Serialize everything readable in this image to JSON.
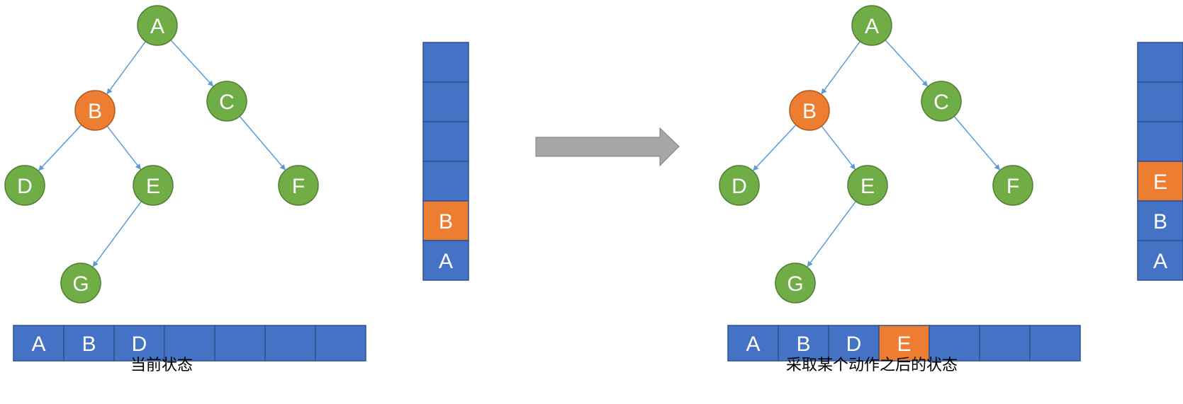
{
  "colors": {
    "node_default": "#70ad47",
    "node_default_border": "#507e32",
    "node_highlight": "#ed7d31",
    "node_highlight_border": "#ae5a21",
    "cell_default": "#4472c4",
    "cell_border": "#2f528f",
    "edge": "#5b9bd5",
    "arrow_fill": "#a6a6a6",
    "arrow_border": "#7f7f7f",
    "text_light": "#ffffff"
  },
  "panels": [
    {
      "id": "current",
      "caption": "当前状态",
      "tree_nodes": [
        {
          "id": "A",
          "label": "A",
          "highlight": false
        },
        {
          "id": "B",
          "label": "B",
          "highlight": true
        },
        {
          "id": "C",
          "label": "C",
          "highlight": false
        },
        {
          "id": "D",
          "label": "D",
          "highlight": false
        },
        {
          "id": "E",
          "label": "E",
          "highlight": false
        },
        {
          "id": "F",
          "label": "F",
          "highlight": false
        },
        {
          "id": "G",
          "label": "G",
          "highlight": false
        }
      ],
      "tree_edges": [
        [
          "A",
          "B"
        ],
        [
          "A",
          "C"
        ],
        [
          "B",
          "D"
        ],
        [
          "B",
          "E"
        ],
        [
          "C",
          "F"
        ],
        [
          "E",
          "G"
        ]
      ],
      "stack_top_to_bottom": [
        {
          "label": "",
          "highlight": false
        },
        {
          "label": "",
          "highlight": false
        },
        {
          "label": "",
          "highlight": false
        },
        {
          "label": "",
          "highlight": false
        },
        {
          "label": "B",
          "highlight": true
        },
        {
          "label": "A",
          "highlight": false
        }
      ],
      "visited_array": [
        {
          "label": "A",
          "highlight": false
        },
        {
          "label": "B",
          "highlight": false
        },
        {
          "label": "D",
          "highlight": false
        },
        {
          "label": "",
          "highlight": false
        },
        {
          "label": "",
          "highlight": false
        },
        {
          "label": "",
          "highlight": false
        },
        {
          "label": "",
          "highlight": false
        }
      ]
    },
    {
      "id": "after",
      "caption": "采取某个动作之后的状态",
      "tree_nodes": [
        {
          "id": "A",
          "label": "A",
          "highlight": false
        },
        {
          "id": "B",
          "label": "B",
          "highlight": true
        },
        {
          "id": "C",
          "label": "C",
          "highlight": false
        },
        {
          "id": "D",
          "label": "D",
          "highlight": false
        },
        {
          "id": "E",
          "label": "E",
          "highlight": false
        },
        {
          "id": "F",
          "label": "F",
          "highlight": false
        },
        {
          "id": "G",
          "label": "G",
          "highlight": false
        }
      ],
      "tree_edges": [
        [
          "A",
          "B"
        ],
        [
          "A",
          "C"
        ],
        [
          "B",
          "D"
        ],
        [
          "B",
          "E"
        ],
        [
          "C",
          "F"
        ],
        [
          "E",
          "G"
        ]
      ],
      "stack_top_to_bottom": [
        {
          "label": "",
          "highlight": false
        },
        {
          "label": "",
          "highlight": false
        },
        {
          "label": "",
          "highlight": false
        },
        {
          "label": "E",
          "highlight": true
        },
        {
          "label": "B",
          "highlight": false
        },
        {
          "label": "A",
          "highlight": false
        }
      ],
      "visited_array": [
        {
          "label": "A",
          "highlight": false
        },
        {
          "label": "B",
          "highlight": false
        },
        {
          "label": "D",
          "highlight": false
        },
        {
          "label": "E",
          "highlight": true
        },
        {
          "label": "",
          "highlight": false
        },
        {
          "label": "",
          "highlight": false
        },
        {
          "label": "",
          "highlight": false
        }
      ]
    }
  ]
}
